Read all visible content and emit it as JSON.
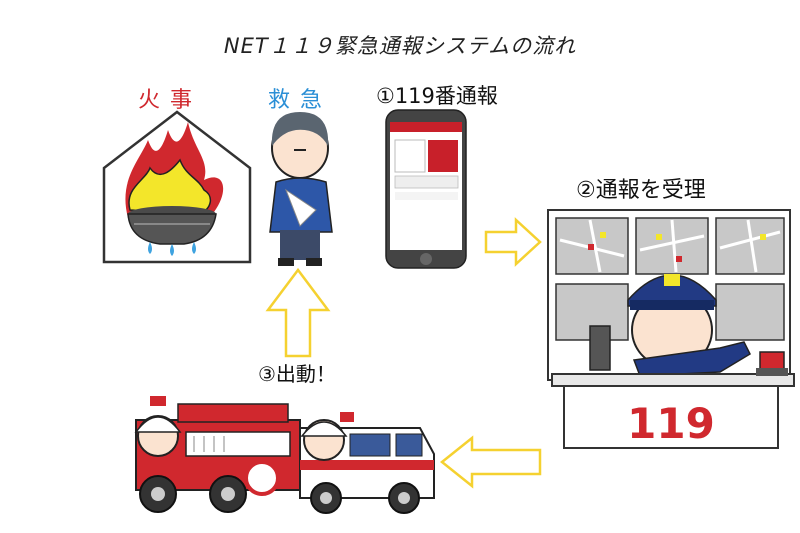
{
  "title": "NET１１９緊急通報システムの流れ",
  "labels": {
    "fire": "火事",
    "ambulance": "救急",
    "step1": "①119番通報",
    "step2": "②通報を受理",
    "step3": "③出動！"
  },
  "console_number": "119",
  "colors": {
    "fire_red": "#d0282e",
    "ems_blue": "#2b8fd6",
    "arrow_yellow": "#f5d130",
    "police_navy": "#223a84"
  }
}
